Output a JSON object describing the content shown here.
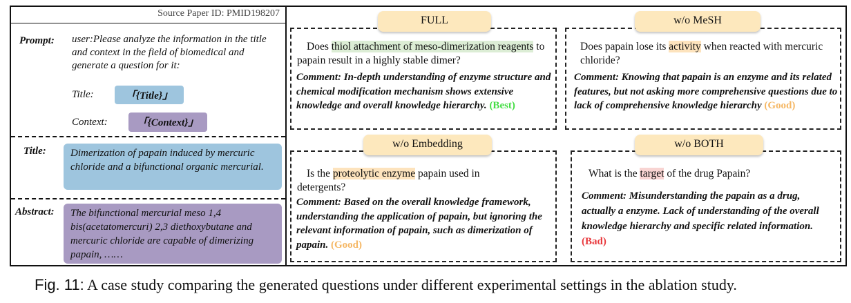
{
  "source_id": "Source Paper ID: PMID198207",
  "prompt": {
    "label": "Prompt:",
    "text": "user:Please analyze the information in the title and context in the field of biomedical and generate a question for it:",
    "title_key": "Title:",
    "title_placeholder": "「{Title}」",
    "context_key": "Context:",
    "context_placeholder": "「{Context}」"
  },
  "title": {
    "label": "Title:",
    "text": "Dimerization of papain induced by mercuric chloride and a bifunctional organic mercurial."
  },
  "abstract": {
    "label": "Abstract:",
    "text": "The bifunctional mercurial meso 1,4 bis(acetatomercuri) 2,3 diethoxybutane and mercuric chloride are capable of dimerizing papain, ……"
  },
  "panels": {
    "full": {
      "tab": "FULL",
      "q_pre": "Does ",
      "q_hl": "thiol attachment of meso-dimerization reagents",
      "q_post": " to papain result in a highly stable dimer?",
      "comment": "Comment: In-depth understanding of enzyme structure and chemical modification mechanism shows extensive knowledge and overall knowledge hierarchy.",
      "rating": "(Best)"
    },
    "mesh": {
      "tab": "w/o MeSH",
      "q_pre": "Does papain lose its ",
      "q_hl": "activity",
      "q_post": " when reacted with mercuric chloride?",
      "comment": "Comment: Knowing that papain is an enzyme and its related features, but not asking more comprehensive questions due to lack of comprehensive knowledge hierarchy",
      "rating": "(Good)"
    },
    "embedding": {
      "tab": "w/o Embedding",
      "q_pre": "Is the ",
      "q_hl": "proteolytic enzyme",
      "q_post": " papain used in detergents?",
      "comment": "Comment: Based on the overall knowledge framework, understanding the application of papain, but ignoring the relevant information of papain, such as dimerization of papain.",
      "rating": "(Good)"
    },
    "both": {
      "tab": "w/o BOTH",
      "q_pre": "What is the ",
      "q_hl": "target",
      "q_post": " of the drug Papain?",
      "comment": "Comment: Misunderstanding the papain as a drug, actually a enzyme. Lack of understanding of the overall knowledge hierarchy and specific related information.",
      "rating": "(Bad)"
    }
  },
  "colors": {
    "best": "#44dd44",
    "good": "#f5b764",
    "bad": "#e8383c",
    "title_box": "#9ec5de",
    "abstract_box": "#a89ac2",
    "tab_fill": "#fde8bd"
  },
  "caption": {
    "fig": "Fig. 11:",
    "text": " A case study comparing the generated questions under different experimental settings in the ablation study."
  }
}
